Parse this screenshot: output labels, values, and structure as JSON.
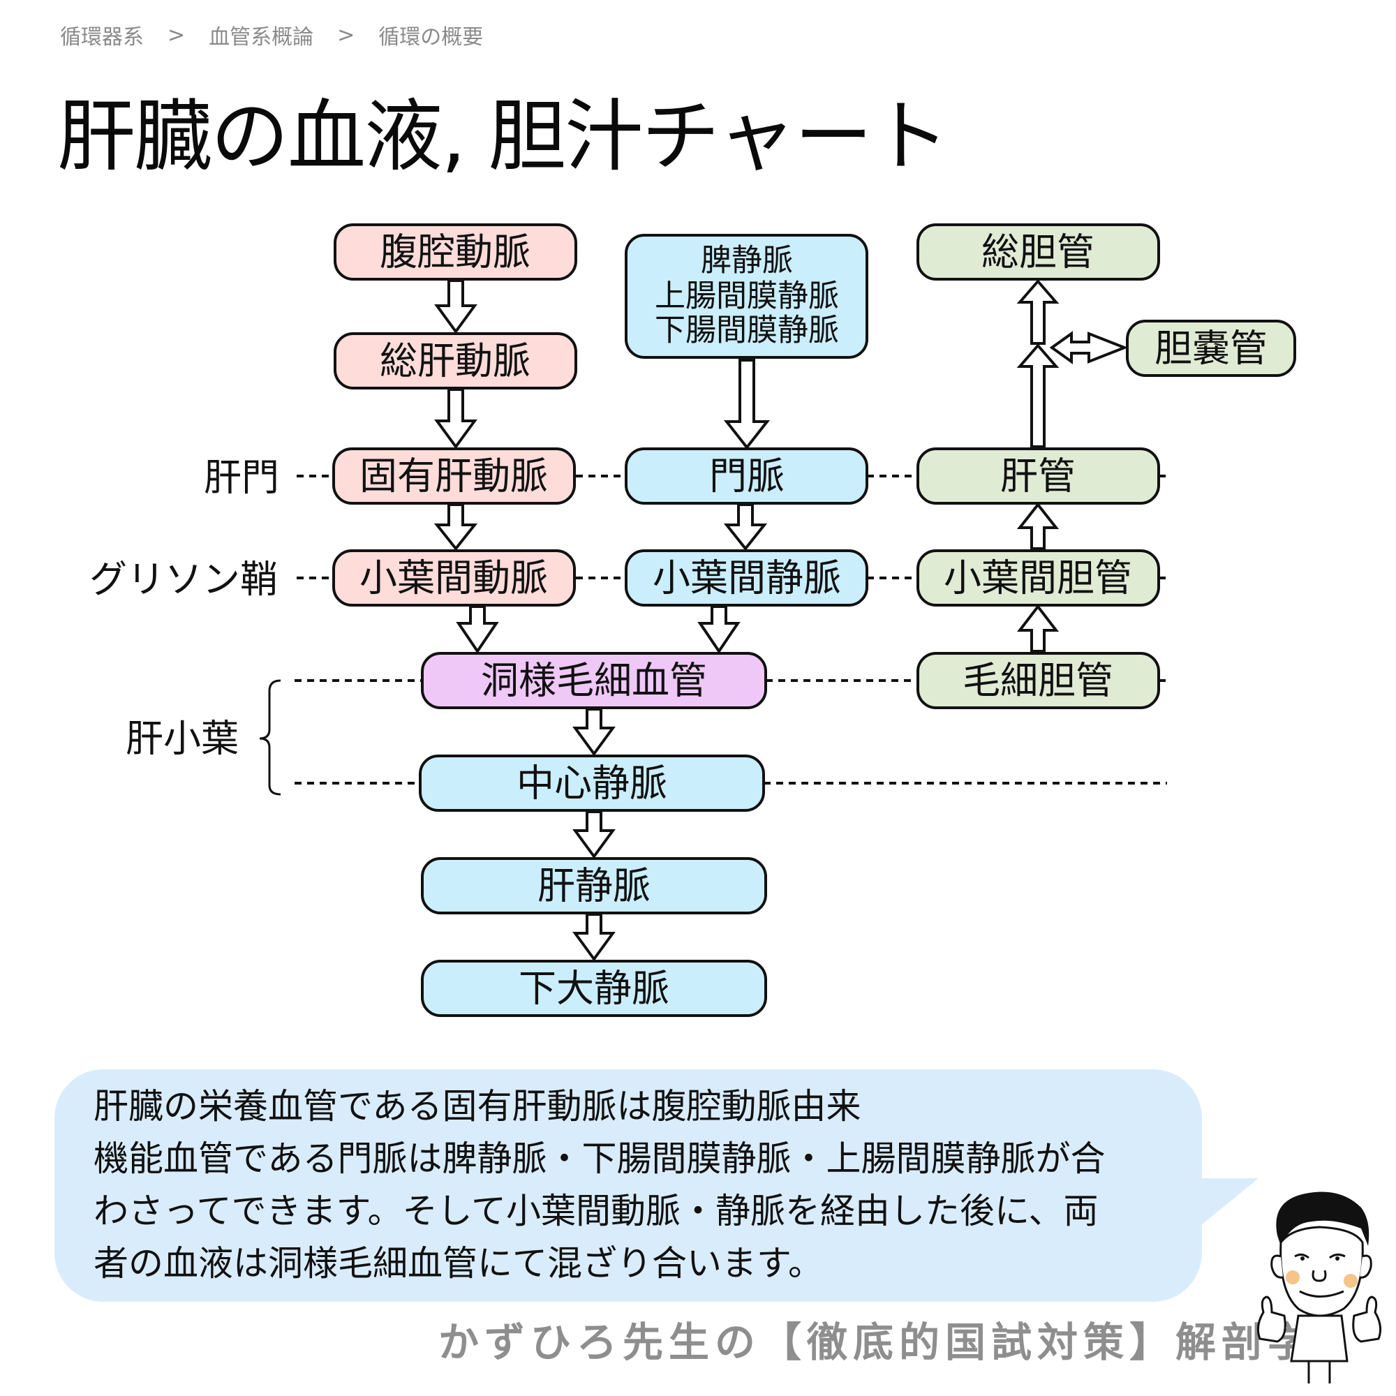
{
  "breadcrumb": {
    "items": [
      "循環器系",
      "血管系概論",
      "循環の概要"
    ],
    "separator": ">"
  },
  "title": "肝臓の血液, 胆汁チャート",
  "colors": {
    "artery": "#fddcda",
    "vein": "#cbeefc",
    "bile": "#e0ebd4",
    "sinusoid": "#efc8f7",
    "bubble": "#d9ecfb",
    "footer_text": "#8e8e8e",
    "breadcrumb_text": "#8a8a8a"
  },
  "diagram": {
    "side_labels": {
      "hilum": "肝門",
      "glisson": "グリソン鞘",
      "lobule": "肝小葉"
    },
    "nodes": {
      "celiac_artery": "腹腔動脈",
      "common_hepatic_artery": "総肝動脈",
      "proper_hepatic_artery": "固有肝動脈",
      "interlobular_artery": "小葉間動脈",
      "portal_sources": [
        "脾静脈",
        "上腸間膜静脈",
        "下腸間膜静脈"
      ],
      "portal_vein": "門脈",
      "interlobular_vein": "小葉間静脈",
      "sinusoid": "洞様毛細血管",
      "central_vein": "中心静脈",
      "hepatic_vein": "肝静脈",
      "ivc": "下大静脈",
      "common_bile_duct": "総胆管",
      "cystic_duct": "胆嚢管",
      "hepatic_duct": "肝管",
      "interlobular_bile_duct": "小葉間胆管",
      "bile_canaliculus": "毛細胆管"
    }
  },
  "bubble": {
    "lines": [
      "肝臓の栄養血管である固有肝動脈は腹腔動脈由来",
      "機能血管である門脈は脾静脈・下腸間膜静脈・上腸間膜静脈が合",
      "わさってできます。そして小葉間動脈・静脈を経由した後に、両",
      "者の血液は洞様毛細血管にて混ざり合います。"
    ]
  },
  "footer": "かずひろ先生の【徹底的国試対策】解剖学"
}
